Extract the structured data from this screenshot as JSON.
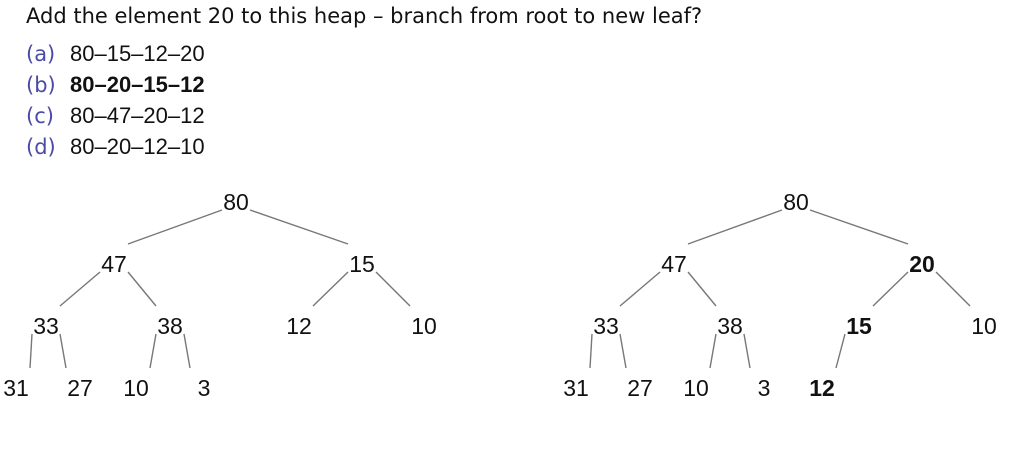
{
  "question": "Add the element 20 to this heap – branch from root to new leaf?",
  "options": [
    {
      "letter": "(a)",
      "text": "80–15–12–20",
      "bold": false
    },
    {
      "letter": "(b)",
      "text": "80–20–15–12",
      "bold": true
    },
    {
      "letter": "(c)",
      "text": "80–47–20–12",
      "bold": false
    },
    {
      "letter": "(d)",
      "text": "80–20–12–10",
      "bold": false
    }
  ],
  "trees": [
    {
      "name": "original-heap",
      "nodes": [
        {
          "id": 0,
          "label": "80",
          "bold": false
        },
        {
          "id": 1,
          "label": "47",
          "bold": false,
          "parent": 0
        },
        {
          "id": 2,
          "label": "15",
          "bold": false,
          "parent": 0
        },
        {
          "id": 3,
          "label": "33",
          "bold": false,
          "parent": 1
        },
        {
          "id": 4,
          "label": "38",
          "bold": false,
          "parent": 1
        },
        {
          "id": 5,
          "label": "12",
          "bold": false,
          "parent": 2
        },
        {
          "id": 6,
          "label": "10",
          "bold": false,
          "parent": 2
        },
        {
          "id": 7,
          "label": "31",
          "bold": false,
          "parent": 3
        },
        {
          "id": 8,
          "label": "27",
          "bold": false,
          "parent": 3
        },
        {
          "id": 9,
          "label": "10",
          "bold": false,
          "parent": 4
        },
        {
          "id": 10,
          "label": "3",
          "bold": false,
          "parent": 4
        }
      ]
    },
    {
      "name": "heap-after-insert",
      "nodes": [
        {
          "id": 0,
          "label": "80",
          "bold": false
        },
        {
          "id": 1,
          "label": "47",
          "bold": false,
          "parent": 0
        },
        {
          "id": 2,
          "label": "20",
          "bold": true,
          "parent": 0
        },
        {
          "id": 3,
          "label": "33",
          "bold": false,
          "parent": 1
        },
        {
          "id": 4,
          "label": "38",
          "bold": false,
          "parent": 1
        },
        {
          "id": 5,
          "label": "15",
          "bold": true,
          "parent": 2
        },
        {
          "id": 6,
          "label": "10",
          "bold": false,
          "parent": 2
        },
        {
          "id": 7,
          "label": "31",
          "bold": false,
          "parent": 3
        },
        {
          "id": 8,
          "label": "27",
          "bold": false,
          "parent": 3
        },
        {
          "id": 9,
          "label": "10",
          "bold": false,
          "parent": 4
        },
        {
          "id": 10,
          "label": "3",
          "bold": false,
          "parent": 4
        },
        {
          "id": 11,
          "label": "12",
          "bold": true,
          "parent": 5
        }
      ]
    }
  ]
}
